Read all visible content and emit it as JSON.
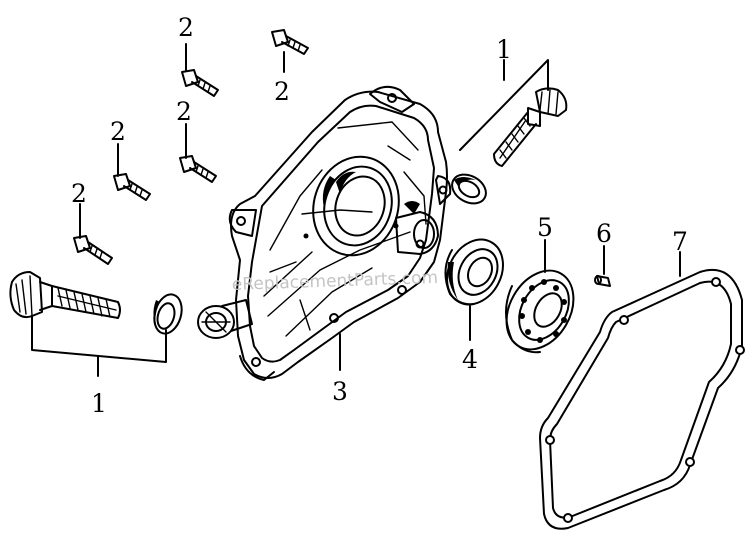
{
  "callouts": [
    {
      "id": "oil-fill-cap-left",
      "number": "1"
    },
    {
      "id": "oil-fill-cap-right",
      "number": "1"
    },
    {
      "id": "bolt-a",
      "number": "2"
    },
    {
      "id": "bolt-b",
      "number": "2"
    },
    {
      "id": "bolt-c",
      "number": "2"
    },
    {
      "id": "bolt-d",
      "number": "2"
    },
    {
      "id": "bolt-e",
      "number": "2"
    },
    {
      "id": "crankcase-cover",
      "number": "3"
    },
    {
      "id": "oil-seal",
      "number": "4"
    },
    {
      "id": "bearing",
      "number": "5"
    },
    {
      "id": "dowel-pin",
      "number": "6"
    },
    {
      "id": "gasket",
      "number": "7"
    }
  ],
  "watermark": "eReplacementParts.com"
}
